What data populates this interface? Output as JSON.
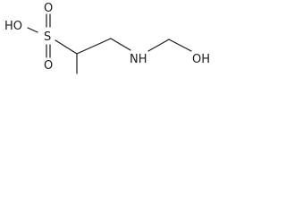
{
  "structure": {
    "atom_labels": {
      "sulfonic_oh": "HO",
      "sulfur": "S",
      "oxygen_upper": "O",
      "oxygen_lower": "O",
      "amine": "NH",
      "hydroxyl": "OH"
    }
  }
}
